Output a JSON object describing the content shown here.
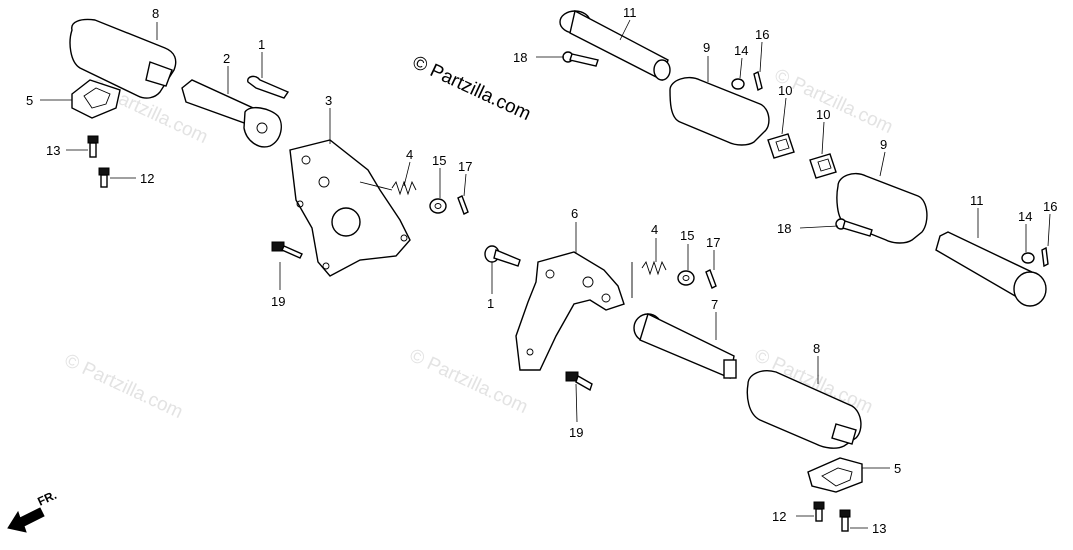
{
  "watermark": {
    "main": "© Partzilla.com",
    "faint": "© Partzilla.com"
  },
  "direction": {
    "label": "FR.",
    "icon": "front-direction-arrow-icon"
  },
  "callouts": {
    "left_8": "8",
    "left_5": "5",
    "left_13": "13",
    "left_12": "12",
    "left_2": "2",
    "left_1": "1",
    "left_3": "3",
    "left_4": "4",
    "left_15": "15",
    "left_17": "17",
    "left_19": "19",
    "right_11a": "11",
    "right_18a": "18",
    "right_9a": "9",
    "right_14a": "14",
    "right_16a": "16",
    "right_10a": "10",
    "right_10b": "10",
    "right_9b": "9",
    "right_11b": "11",
    "right_14b": "14",
    "right_16b": "16",
    "right_18b": "18",
    "mid_6": "6",
    "mid_4": "4",
    "mid_15": "15",
    "mid_17": "17",
    "mid_1": "1",
    "mid_7": "7",
    "mid_8": "8",
    "mid_19": "19",
    "bot_5": "5",
    "bot_12": "12",
    "bot_13": "13"
  },
  "colors": {
    "line": "#000000",
    "watermark_faint": "#e3e3e3",
    "background": "#ffffff"
  }
}
